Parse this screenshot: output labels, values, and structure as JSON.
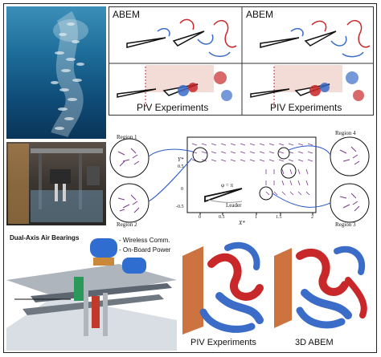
{
  "top_right": {
    "abem_left": "ABEM",
    "abem_right": "ABEM",
    "piv_left": "PIV Experiments",
    "piv_right": "PIV Experiments"
  },
  "middle": {
    "region1": "Region 1",
    "region2": "Region 2",
    "region3": "Region 3",
    "region4": "Region 4",
    "phi_label": "φ = π",
    "leader_label": "Leader",
    "y_axis_label": "Y*",
    "x_axis_label": "X*",
    "y_ticks": [
      "0.5",
      "0",
      "-0.5"
    ],
    "x_ticks": [
      "0",
      "0.5",
      "1",
      "1.5",
      "2"
    ]
  },
  "bottom_left": {
    "title": "Dual-Axis Air Bearings",
    "item1": "- Wireless Comm.",
    "item2": "- On-Board Power"
  },
  "bottom_right": {
    "piv": "PIV Experiments",
    "abem3d": "3D ABEM"
  },
  "colors": {
    "ocean": "#0e4f7a",
    "vector": "#7a3a8a",
    "link": "#2a58c8",
    "vortex_red": "#c8282a",
    "vortex_blue": "#3a6cc8"
  }
}
